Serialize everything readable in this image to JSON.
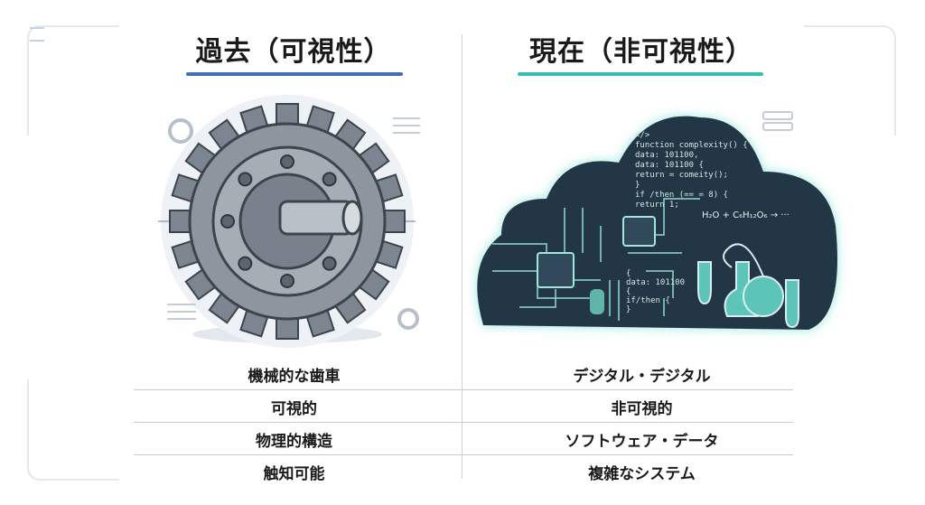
{
  "left": {
    "title": "過去（可視性）",
    "accent": "#3f6fb6",
    "illustration": "gear-icon",
    "rows": [
      "機械的な歯車",
      "可視的",
      "物理的構造",
      "触知可能"
    ]
  },
  "right": {
    "title": "現在（非可視性）",
    "accent": "#35bfae",
    "illustration": "cloud-circuit-icon",
    "rows": [
      "デジタル・デジタル",
      "非可視的",
      "ソフトウェア・データ",
      "複雑なシステム"
    ],
    "code": [
      "</>",
      "function complexity() {",
      "  data: 101100,",
      "  data: 101100 {",
      "    return = comeity();",
      "  }",
      "  if /then (== = 8) {",
      "    return 1;"
    ],
    "code2": [
      "{",
      "data: 101100",
      "{",
      "  if/then {",
      "}"
    ],
    "formula": "H₂O + C₆H₁₂O₆ → ···"
  }
}
